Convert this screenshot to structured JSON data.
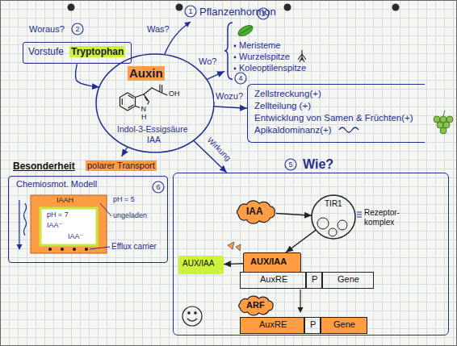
{
  "diagram": {
    "nodes": [
      {
        "text": [
          "Vorstufe",
          "Tryptophan"
        ]
      },
      {
        "text": [
          "Auxin",
          "Indol-3-Essigsäure",
          "IAA"
        ]
      },
      {
        "text": [
          "Meristeme",
          "Wurzelspitze",
          "Koleoptilenspitze"
        ]
      },
      {
        "text": [
          "Zellstreckung(+)",
          "Zellteilung (+)",
          "Entwicklung von Samen & Früchten(+)",
          "Apikaldominanz(+)"
        ]
      },
      {
        "text": [
          "Besonderheit",
          "polarer Transport",
          "Chemiosmot. Modell"
        ]
      },
      {
        "text": [
          "Wie?"
        ]
      },
      {
        "text": [
          "IAA"
        ],
        "in": 5
      },
      {
        "text": [
          "TIR1"
        ],
        "in": 5
      },
      {
        "text": [
          "AUX/IAA"
        ],
        "in": 5
      },
      {
        "text": [
          "AUX/IAA"
        ],
        "in": 5
      },
      {
        "text": [
          "AuxRE"
        ],
        "in": 5
      },
      {
        "text": [
          "P"
        ],
        "in": 5
      },
      {
        "text": [
          "Gene"
        ],
        "in": 5
      },
      {
        "text": [
          "ARF"
        ],
        "in": 5
      },
      {
        "text": [
          "AuxRE"
        ],
        "in": 5
      },
      {
        "text": [
          "P"
        ],
        "in": 5
      },
      {
        "text": [
          "Gene"
        ],
        "in": 5
      }
    ],
    "edges": [
      {
        "from": 0,
        "to": 1,
        "arrow": "to"
      },
      {
        "from": 1,
        "to": 2,
        "label": "Wo?",
        "arrow": "to"
      },
      {
        "from": 1,
        "to": 3,
        "label": "Wozu?",
        "arrow": "to"
      },
      {
        "from": 1,
        "to": 4,
        "arrow": "to"
      },
      {
        "from": 1,
        "to": 5,
        "label": "Wirkung",
        "arrow": "to"
      },
      {
        "from": 6,
        "to": 7,
        "arrow": "to"
      },
      {
        "from": 7,
        "to": 9,
        "arrow": "to"
      },
      {
        "from": 9,
        "to": 8,
        "arrow": "to"
      }
    ],
    "labels": [
      "1",
      "Pflanzenhormon",
      "Was?",
      "2",
      "Woraus?",
      "3",
      "4",
      "OH",
      "N",
      "H",
      "5",
      "6",
      "pH = 5",
      "IAAH",
      "pH = 7",
      "IAA⁻",
      "IAA⁻",
      "ungeladen",
      "Efflux carrier",
      "Rezeptor- komplex"
    ]
  }
}
